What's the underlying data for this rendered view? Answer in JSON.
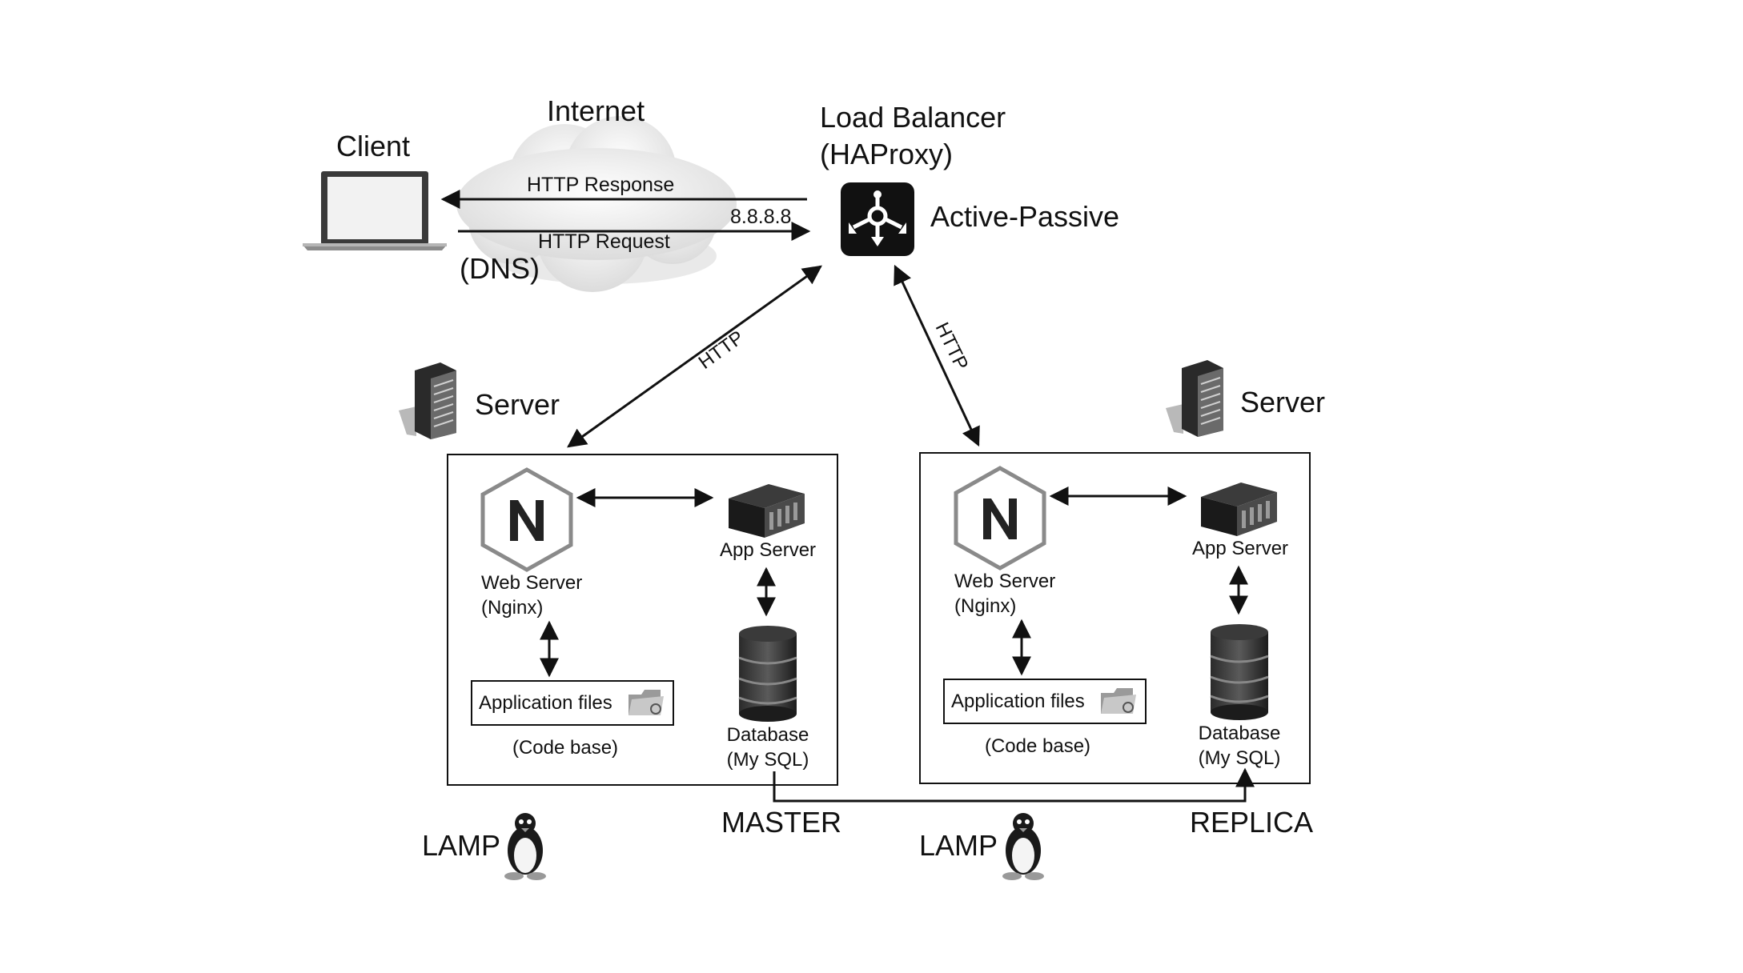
{
  "client": {
    "label": "Client"
  },
  "internet": {
    "label": "Internet",
    "dns": "(DNS)"
  },
  "flows": {
    "response": "HTTP Response",
    "request": "HTTP Request",
    "ip": "8.8.8.8"
  },
  "load_balancer": {
    "title_line1": "Load Balancer",
    "title_line2": "(HAProxy)",
    "mode": "Active-Passive"
  },
  "links": {
    "left": "HTTP",
    "right": "HTTP"
  },
  "servers": [
    {
      "role": "MASTER",
      "server_label": "Server",
      "stack_label": "LAMP",
      "web_server": {
        "line1": "Web Server",
        "line2": "(Nginx)"
      },
      "app_server": "App Server",
      "app_files": "Application files",
      "code_base": "(Code base)",
      "database": {
        "line1": "Database",
        "line2": "(My SQL)"
      }
    },
    {
      "role": "REPLICA",
      "server_label": "Server",
      "stack_label": "LAMP",
      "web_server": {
        "line1": "Web Server",
        "line2": "(Nginx)"
      },
      "app_server": "App Server",
      "app_files": "Application files",
      "code_base": "(Code base)",
      "database": {
        "line1": "Database",
        "line2": "(My SQL)"
      }
    }
  ],
  "colors": {
    "ink": "#111111",
    "grey": "#8a8a8a",
    "cloud": "#e9e9e9",
    "icon_dark": "#1a1a1a"
  },
  "icons": [
    "laptop-icon",
    "cloud-icon",
    "load-balancer-icon",
    "server-rack-icon",
    "nginx-icon",
    "app-server-icon",
    "database-icon",
    "folder-icon",
    "penguin-icon"
  ]
}
